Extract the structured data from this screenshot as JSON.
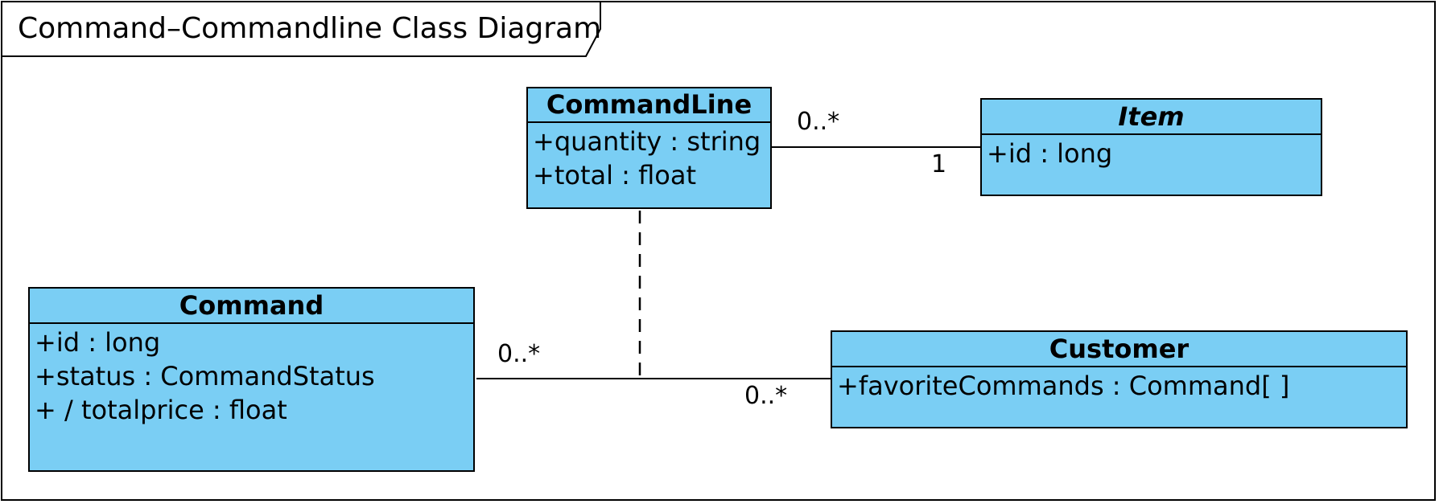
{
  "diagram": {
    "title": "Command–Commandline Class Diagram",
    "classes": {
      "commandline": {
        "name": "CommandLine",
        "attributes": [
          "+quantity : string",
          "+total : float"
        ]
      },
      "item": {
        "name": "Item",
        "abstract": true,
        "attributes": [
          "+id : long"
        ]
      },
      "command": {
        "name": "Command",
        "attributes": [
          "+id : long",
          "+status : CommandStatus",
          "+ / totalprice : float"
        ]
      },
      "customer": {
        "name": "Customer",
        "attributes": [
          "+favoriteCommands : Command[ ]"
        ]
      }
    },
    "associations": {
      "commandline_item": {
        "from": "CommandLine",
        "to": "Item",
        "mult_from": "0..*",
        "mult_to": "1"
      },
      "command_customer": {
        "from": "Command",
        "to": "Customer",
        "mult_from": "0..*",
        "mult_to": "0..*",
        "association_class": "CommandLine"
      }
    }
  }
}
